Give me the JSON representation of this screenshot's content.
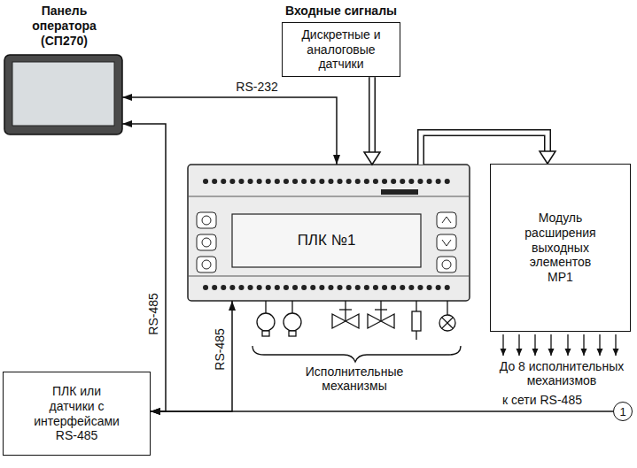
{
  "diagram": {
    "nodes": [
      {
        "text": [
          "Панель оператора (СП270)"
        ]
      },
      {
        "text": [
          "Входные сигналы",
          "Дискретные и аналоговые датчики"
        ]
      },
      {
        "text": [
          "ПЛК №1"
        ]
      },
      {
        "text": [
          "Модуль расширения выходных элементов МР1"
        ]
      },
      {
        "text": [
          "ПЛК или датчики с интерфейсами RS-485"
        ]
      },
      {
        "text": [
          "1"
        ]
      }
    ],
    "edges": [
      {
        "from": 2,
        "to": 0,
        "label": "RS-232",
        "arrow": "both"
      },
      {
        "from": 1,
        "to": 2,
        "arrow": "to"
      },
      {
        "from": 2,
        "to": 3,
        "arrow": "to"
      },
      {
        "from": 0,
        "to": 4,
        "label": "RS-485",
        "arrow": "both"
      },
      {
        "from": 2,
        "to": 4,
        "label": "RS-485",
        "arrow": "both"
      },
      {
        "from": 5,
        "to": 4,
        "label": "к сети RS-485",
        "arrow": "to"
      }
    ],
    "labels": [
      "Исполнительные механизмы",
      "До 8 исполнительных механизмов"
    ]
  }
}
